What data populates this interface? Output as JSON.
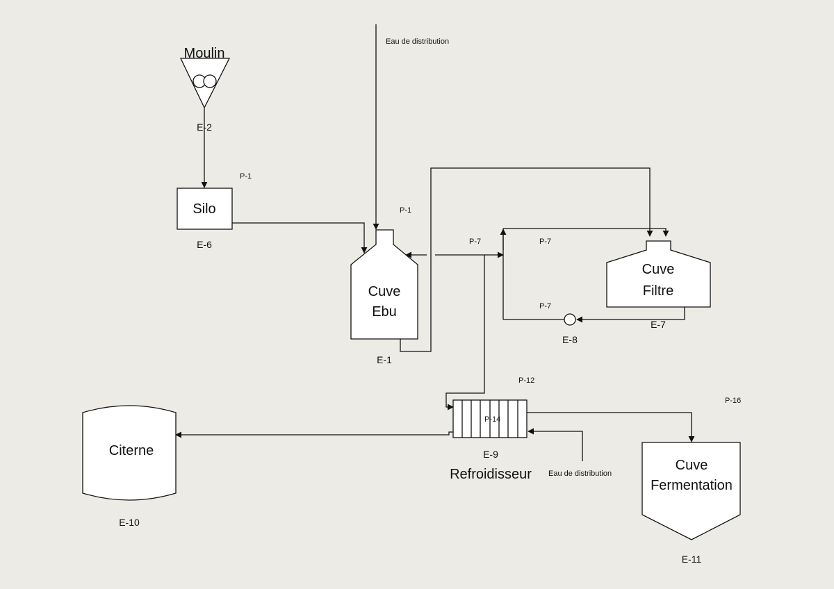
{
  "equipment": {
    "moulin": {
      "name": "Moulin",
      "tag": "E-2"
    },
    "silo": {
      "name": "Silo",
      "tag": "E-6"
    },
    "cuve_ebu": {
      "name_line1": "Cuve",
      "name_line2": "Ebu",
      "tag": "E-1"
    },
    "cuve_filtre": {
      "name_line1": "Cuve",
      "name_line2": "Filtre",
      "tag": "E-7"
    },
    "pump": {
      "tag": "E-8"
    },
    "refroidisseur": {
      "name": "Refroidisseur",
      "tag": "E-9"
    },
    "citerne": {
      "name": "Citerne",
      "tag": "E-10"
    },
    "cuve_fermentation": {
      "name_line1": "Cuve",
      "name_line2": "Fermentation",
      "tag": "E-11"
    }
  },
  "streams": {
    "water_top": "Eau de distribution",
    "water_cooler": "Eau de distribution",
    "p1_silo": "P-1",
    "p1_ebu": "P-1",
    "p7_main": "P-7",
    "p7_filtre_top": "P-7",
    "p7_pump": "P-7",
    "p12": "P-12",
    "p14": "P-14",
    "p16": "P-16"
  },
  "colors": {
    "background": "#ecebe6",
    "line": "#111111",
    "equipment_fill": "#ffffff"
  }
}
